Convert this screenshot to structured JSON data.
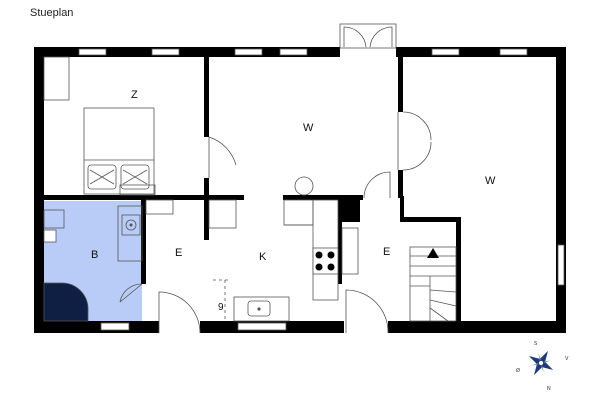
{
  "title": "Stueplan",
  "rooms": {
    "z": "Z",
    "w_center": "W",
    "w_right": "W",
    "b": "B",
    "e_left": "E",
    "k": "K",
    "g": "9",
    "e_right": "E"
  },
  "compass": {
    "n": "N",
    "s": "S",
    "v": "V",
    "o": "Ø"
  },
  "colors": {
    "wall": "#000000",
    "bathroom": "#b9ccf7",
    "line": "#555555"
  }
}
